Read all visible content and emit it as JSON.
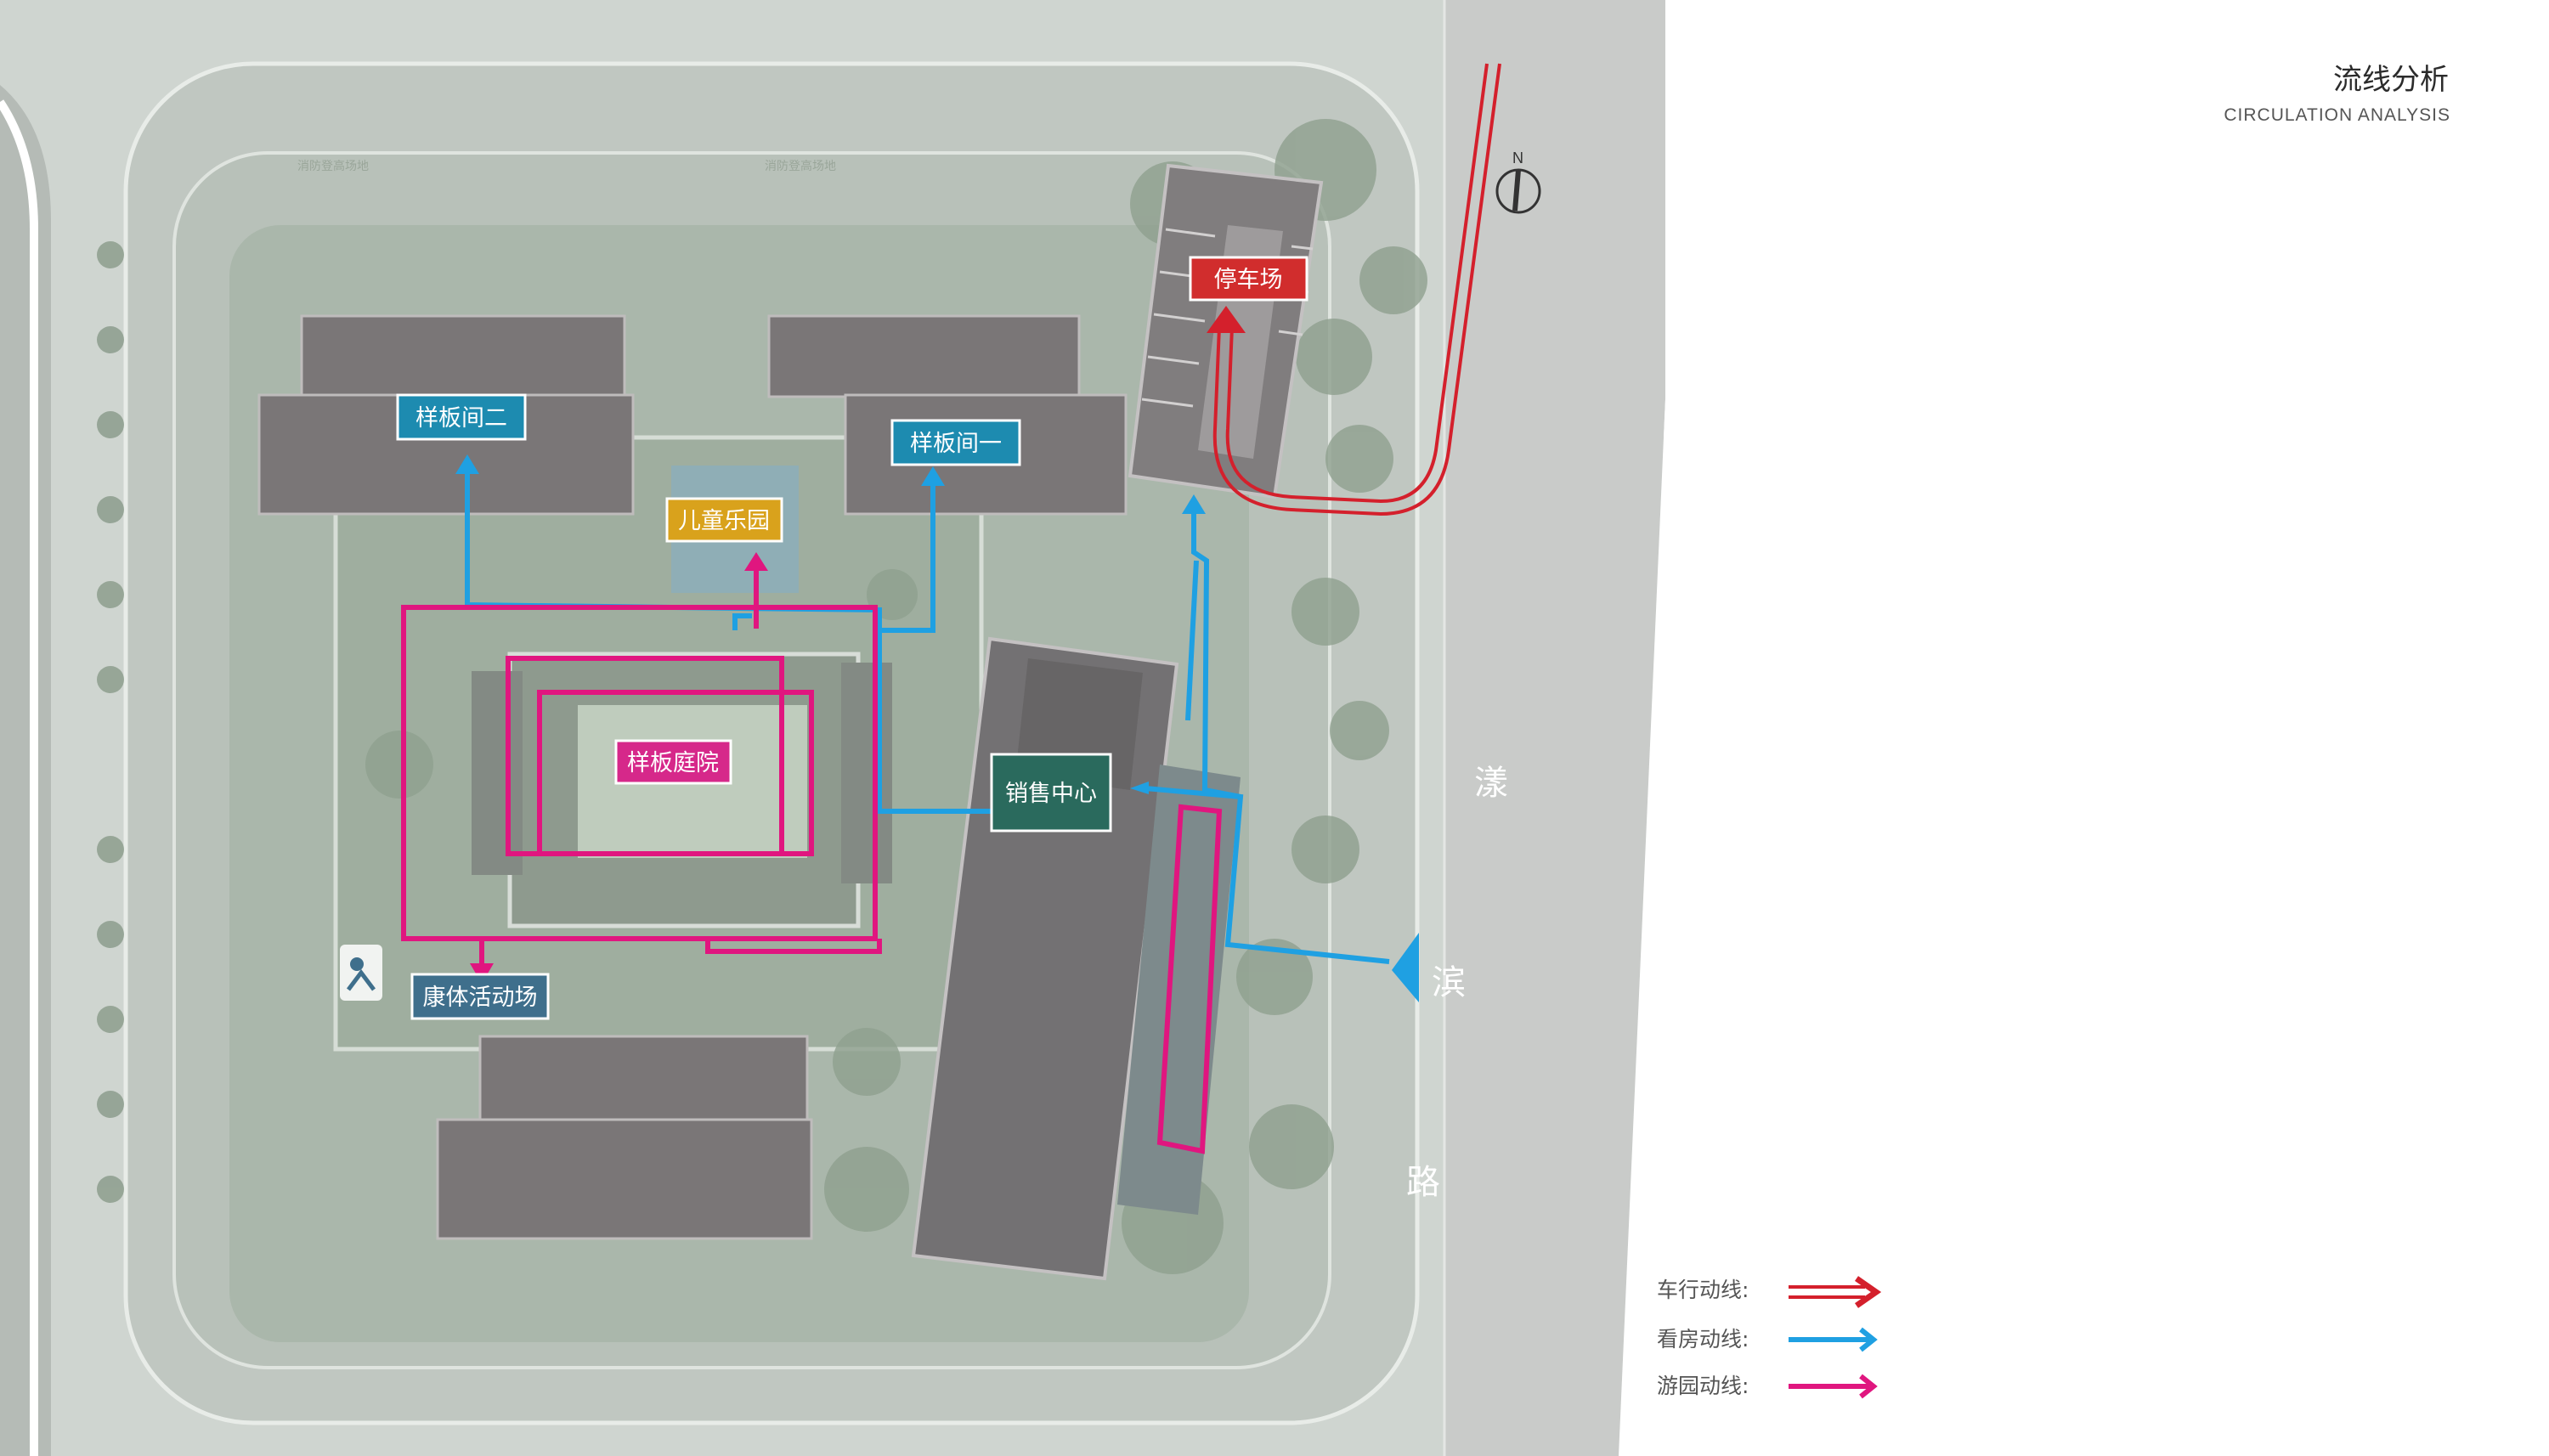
{
  "title": {
    "cn": "流线分析",
    "en": "CIRCULATION ANALYSIS"
  },
  "compass": {
    "label": "N"
  },
  "labels": {
    "parking": "停车场",
    "model_room_2": "样板间二",
    "model_room_1": "样板间一",
    "kids_park": "儿童乐园",
    "model_courtyard": "样板庭院",
    "sales_center": "销售中心",
    "fitness_area": "康体活动场"
  },
  "road_name": [
    "漾",
    "滨",
    "路"
  ],
  "legend": [
    {
      "label": "车行动线:",
      "color": "#d4202c",
      "icon": "double-line-arrow"
    },
    {
      "label": "看房动线:",
      "color": "#1fa0e2",
      "icon": "arrow"
    },
    {
      "label": "游园动线:",
      "color": "#e0167f",
      "icon": "arrow"
    }
  ],
  "colors": {
    "vehicle": "#d4202c",
    "house_tour": "#1fa0e2",
    "garden_tour": "#e0167f",
    "label_blue": "#1d8bb0",
    "label_pink": "#d6288a",
    "label_yellow": "#d9a21c",
    "label_green": "#2a6a5d",
    "label_slate": "#3f6f8c",
    "label_red": "#d12d2d"
  }
}
